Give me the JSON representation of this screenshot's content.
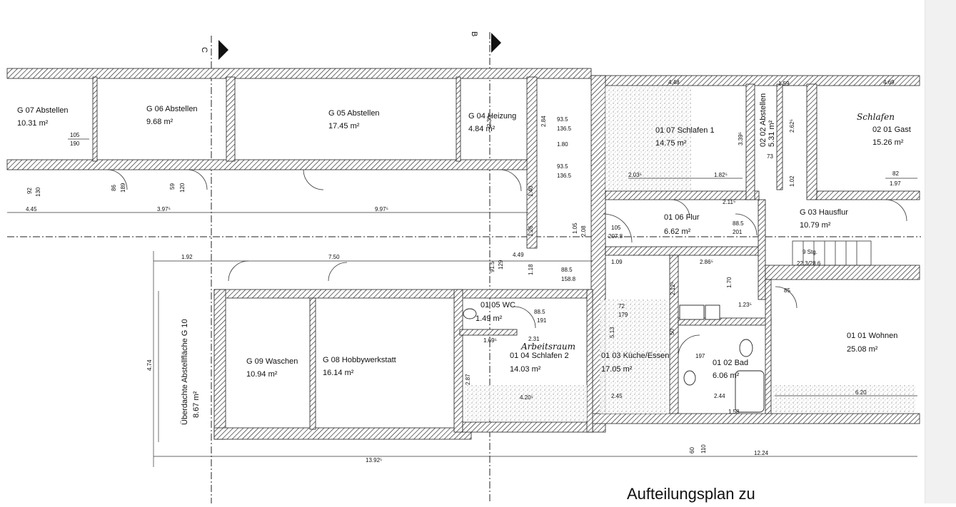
{
  "caption": "Aufteilungsplan zu",
  "section_markers": {
    "c": "C",
    "b": "B"
  },
  "handwritten": {
    "gast": "Schlafen",
    "schlafen2": "Arbeitsraum"
  },
  "rooms": [
    {
      "id": "g07",
      "name": "G 07 Abstellen",
      "area": "10.31 m²"
    },
    {
      "id": "g06",
      "name": "G 06 Abstellen",
      "area": "9.68 m²"
    },
    {
      "id": "g05",
      "name": "G 05 Abstellen",
      "area": "17.45 m²"
    },
    {
      "id": "g04",
      "name": "G 04 Heizung",
      "area": "4.84 m²"
    },
    {
      "id": "r0107",
      "name": "01 07 Schlafen 1",
      "area": "14.75 m²"
    },
    {
      "id": "r0202",
      "name": "02 02 Abstellen",
      "area": "5.31 m²"
    },
    {
      "id": "r0201",
      "name": "02 01 Gast",
      "area": "15.26 m²"
    },
    {
      "id": "r0106",
      "name": "01 06 Flur",
      "area": "6.62 m²"
    },
    {
      "id": "g03",
      "name": "G 03 Hausflur",
      "area": "10.79 m²"
    },
    {
      "id": "r0105",
      "name": "01 05 WC",
      "area": "1.49 m²"
    },
    {
      "id": "r0104",
      "name": "01 04 Schlafen 2",
      "area": "14.03 m²"
    },
    {
      "id": "r0103",
      "name": "01 03 Küche/Essen",
      "area": "17.05 m²"
    },
    {
      "id": "r0102",
      "name": "01 02 Bad",
      "area": "6.06 m²"
    },
    {
      "id": "r0101",
      "name": "01 01 Wohnen",
      "area": "25.08 m²"
    },
    {
      "id": "g09",
      "name": "G 09 Waschen",
      "area": "10.94 m²"
    },
    {
      "id": "g08",
      "name": "G 08 Hobbywerkstatt",
      "area": "16.14 m²"
    },
    {
      "id": "g10",
      "name": "Überdachte Abstellfläche G 10",
      "area": "8.67 m²"
    }
  ],
  "dims": {
    "d445": "4.45",
    "d3975": "3.97⁵",
    "d9975": "9.97⁵",
    "d192": "1.92",
    "d750": "7.50",
    "d1392": "13.92⁵",
    "d1224": "12.24",
    "d474": "4.74",
    "d287": "2.87",
    "d449": "4.49",
    "d140": "1.40",
    "d126": "1.26",
    "d118": "1.18",
    "d284": "2.84",
    "d230": "2.30",
    "d180": "1.80",
    "d935a": "93.5",
    "d1365a": "136.5",
    "d935b": "93.5",
    "d1365b": "136.5",
    "d105": "105",
    "d190": "190",
    "d448": "4.48",
    "d159": "1.59",
    "d469": "4.69",
    "d339": "3.39⁵",
    "d262": "2.62⁵",
    "d73": "73",
    "d102": "1.02",
    "d82": "82",
    "d197a": "1.97",
    "d2035": "2.03⁵",
    "d1825": "1.82⁵",
    "d2115": "2.11⁵",
    "d1058": "105",
    "d2078": "207.8",
    "d885a": "88.5",
    "d201": "201",
    "d9stg": "9 Stg.",
    "d228": "22.3/28.6",
    "d2865": "2.86⁵",
    "d109": "1.09",
    "d2125": "2.12⁵",
    "d170": "1.70",
    "d1235": "1.23⁵",
    "d885b": "88.5",
    "d191": "191",
    "d231": "2.31",
    "d1695": "1.69⁵",
    "d420": "4.20⁵",
    "d513": "5.13",
    "d245": "2.45",
    "d244": "2.44",
    "d158": "1.58",
    "d620": "6.20",
    "d72": "72",
    "d179": "179",
    "d915": "91.5",
    "d129": "129",
    "d1588": "158.8",
    "d885c": "88.5",
    "d208": "2.08",
    "d105b": "1.05",
    "d92": "92",
    "d130": "130",
    "d86": "86",
    "d189": "189",
    "d59": "59",
    "d120": "120",
    "d60": "60",
    "d110": "110",
    "d50": "50",
    "d197b": "197",
    "d85": "85"
  }
}
